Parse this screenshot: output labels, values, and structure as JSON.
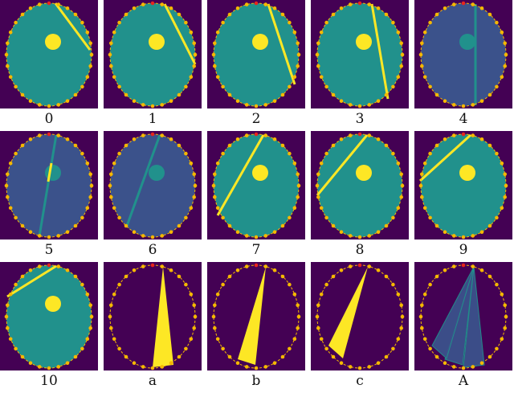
{
  "colors": {
    "background": "#440154",
    "domain": "#21918c",
    "domain_dark": "#3b528b",
    "inclusion_yellow": "#fde725",
    "sensor": "#f5b800",
    "source": "#e8251d"
  },
  "panels": [
    {
      "label": "0",
      "kind": "beam"
    },
    {
      "label": "1",
      "kind": "beam"
    },
    {
      "label": "2",
      "kind": "beam"
    },
    {
      "label": "3",
      "kind": "beam"
    },
    {
      "label": "4",
      "kind": "beam"
    },
    {
      "label": "5",
      "kind": "beam"
    },
    {
      "label": "6",
      "kind": "beam"
    },
    {
      "label": "7",
      "kind": "beam"
    },
    {
      "label": "8",
      "kind": "beam"
    },
    {
      "label": "9",
      "kind": "beam"
    },
    {
      "label": "10",
      "kind": "beam"
    },
    {
      "label": "a",
      "kind": "fan"
    },
    {
      "label": "b",
      "kind": "fan"
    },
    {
      "label": "c",
      "kind": "fan"
    },
    {
      "label": "A",
      "kind": "fan-sum"
    }
  ]
}
